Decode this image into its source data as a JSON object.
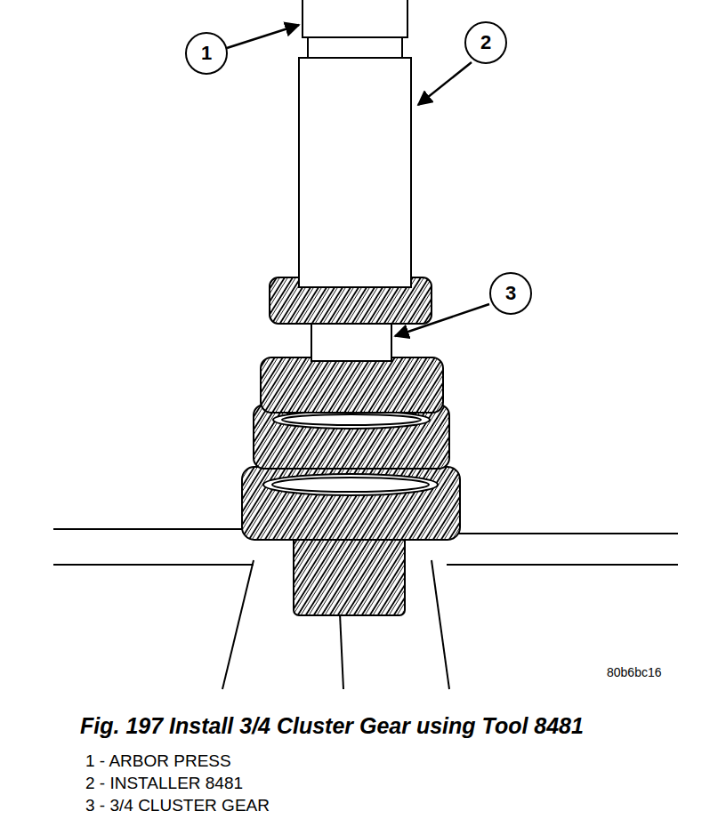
{
  "diagram": {
    "caption": "Fig. 197 Install 3/4 Cluster Gear using Tool 8481",
    "nodes": [
      {
        "text": [
          "1"
        ]
      },
      {
        "text": [
          "2"
        ]
      },
      {
        "text": [
          "3"
        ]
      }
    ],
    "labels": [
      "80b6bc16",
      "1 - ARBOR PRESS",
      "2 - INSTALLER 8481",
      "3 - 3/4 CLUSTER GEAR"
    ]
  }
}
